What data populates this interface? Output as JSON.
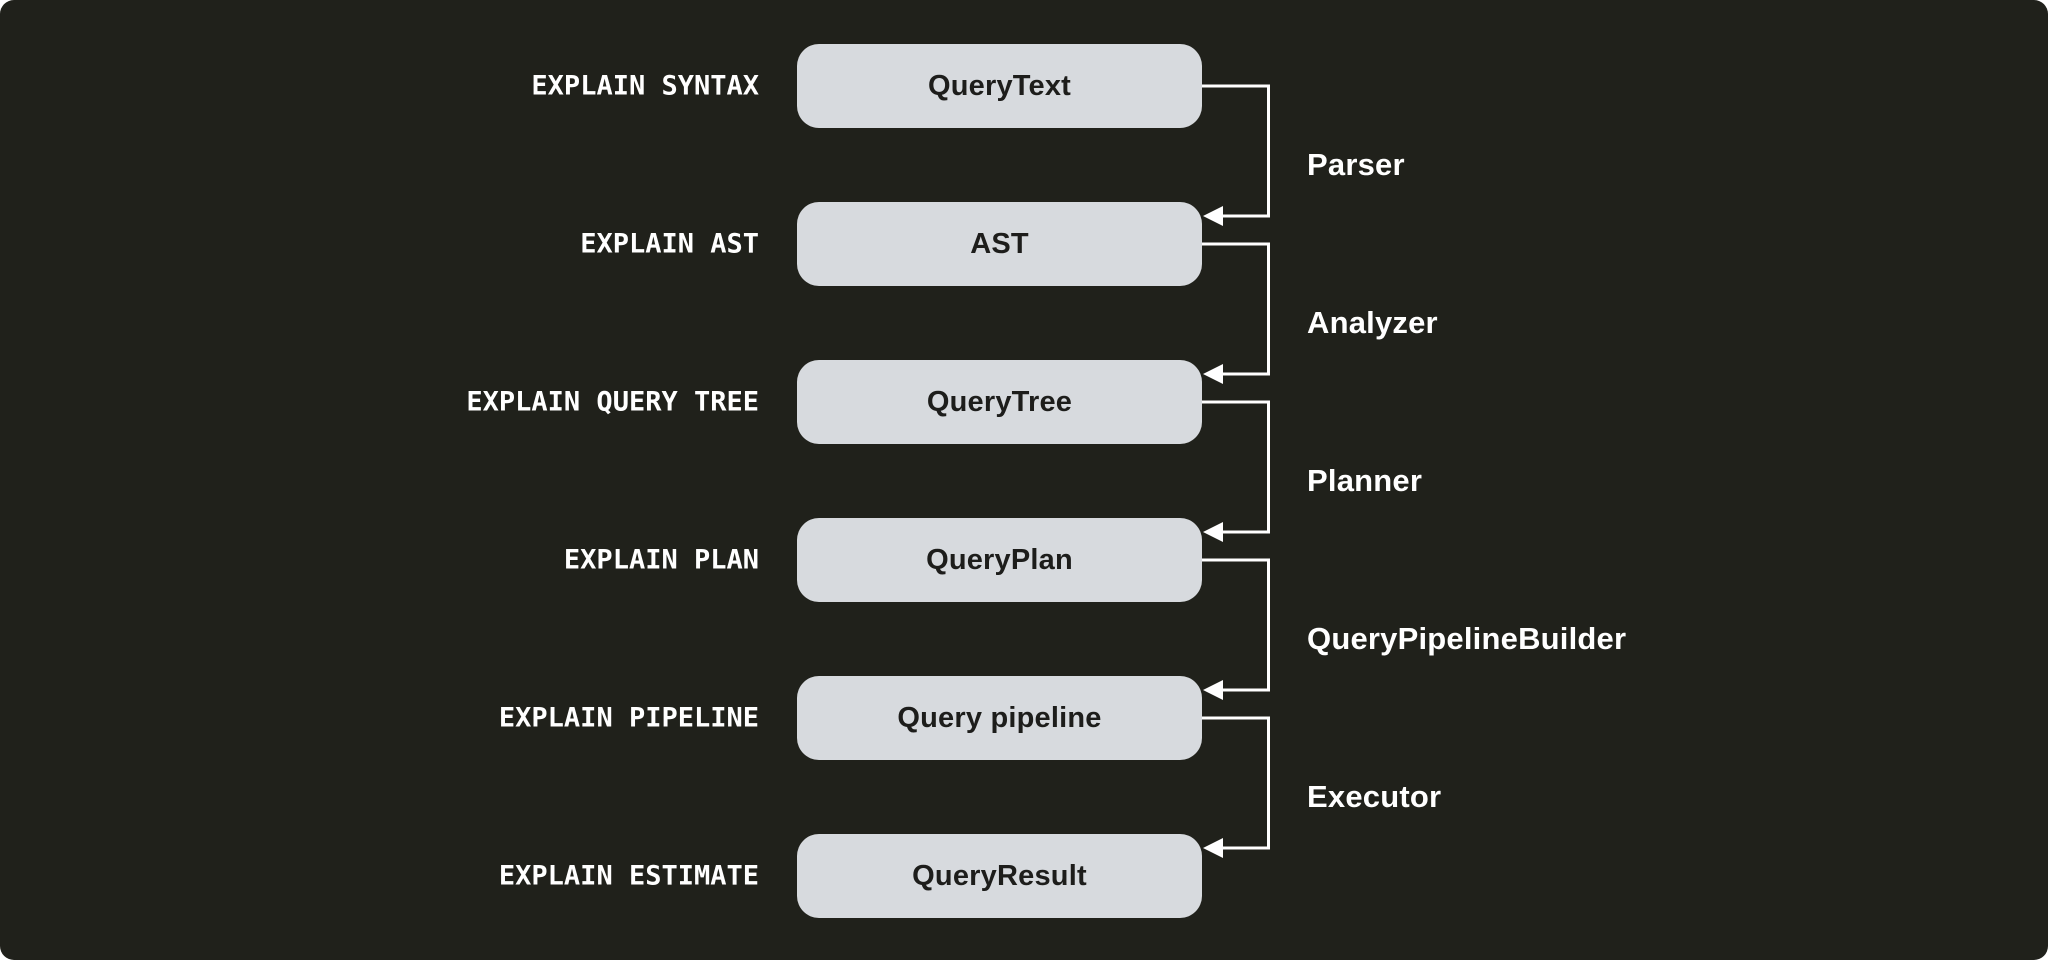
{
  "colors": {
    "panel-bg": "#20211b",
    "box-fill": "#d7dade",
    "box-text": "#1d1d1b",
    "label-color": "#ffffff",
    "arrow-color": "#ffffff"
  },
  "diagram": {
    "rows": [
      {
        "explain": "EXPLAIN SYNTAX",
        "node": "QueryText"
      },
      {
        "explain": "EXPLAIN AST",
        "node": "AST"
      },
      {
        "explain": "EXPLAIN QUERY TREE",
        "node": "QueryTree"
      },
      {
        "explain": "EXPLAIN PLAN",
        "node": "QueryPlan"
      },
      {
        "explain": "EXPLAIN PIPELINE",
        "node": "Query pipeline"
      },
      {
        "explain": "EXPLAIN ESTIMATE",
        "node": "QueryResult"
      }
    ],
    "connectors": [
      {
        "label": "Parser"
      },
      {
        "label": "Analyzer"
      },
      {
        "label": "Planner"
      },
      {
        "label": "QueryPipelineBuilder"
      },
      {
        "label": "Executor"
      }
    ]
  }
}
